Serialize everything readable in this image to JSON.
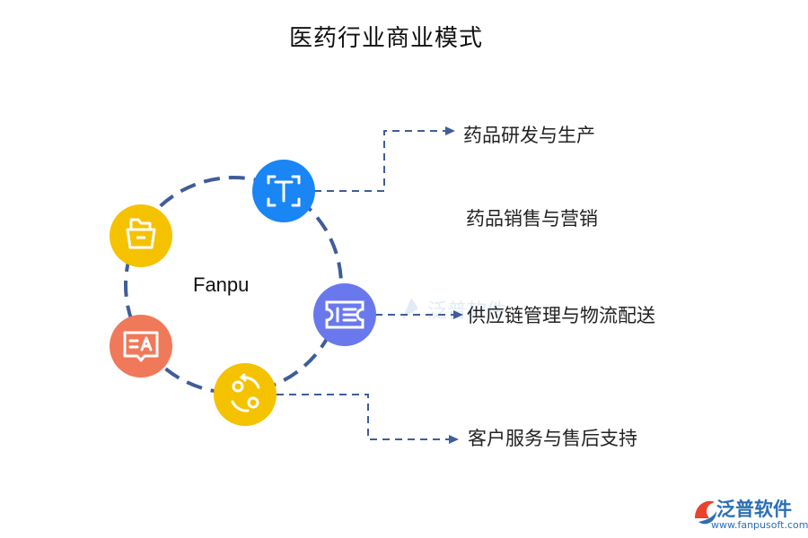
{
  "title": "医药行业商业模式",
  "center_label": "Fanpu",
  "items": [
    {
      "label": "药品研发与生产",
      "icon": "text-frame-icon",
      "color": "#1a85f5"
    },
    {
      "label": "药品销售与营销",
      "icon": "folder-icon",
      "color": "#f5c200"
    },
    {
      "label": "供应链管理与物流配送",
      "icon": "ticket-list-icon",
      "color": "#6a78ee"
    },
    {
      "label": "客户服务与售后支持",
      "icon": "sync-icon",
      "color": "#f5c200"
    }
  ],
  "extra_icons": [
    {
      "icon": "translate-icon",
      "color": "#f0795a"
    }
  ],
  "line_color": "#3f5d99",
  "watermark": "泛普软件",
  "brand": {
    "name": "泛普软件",
    "url": "www.fanpusoft.com"
  }
}
